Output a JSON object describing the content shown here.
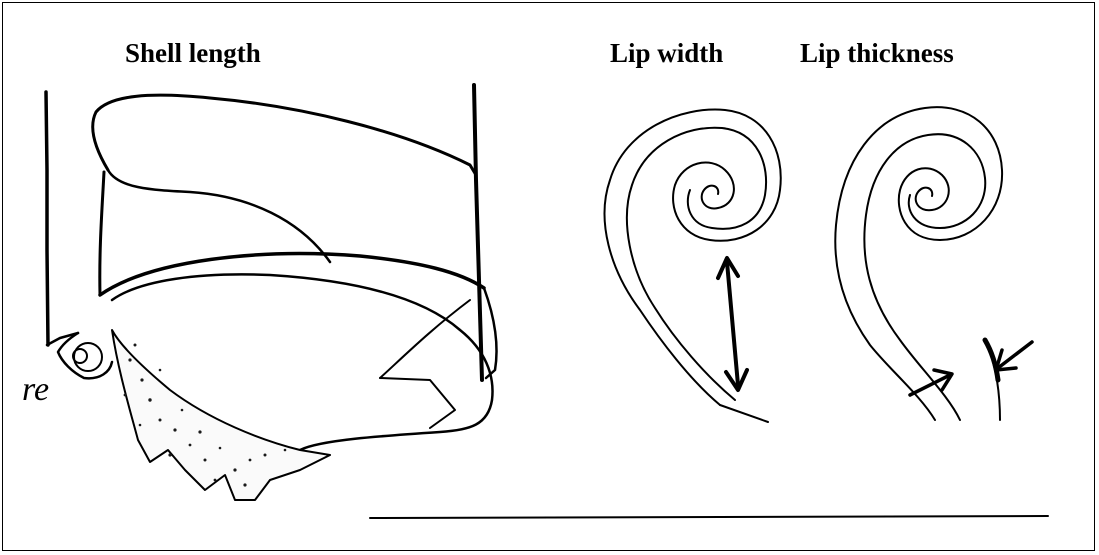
{
  "labels": {
    "shell_length": "Shell length",
    "lip_width": "Lip width",
    "lip_thickness": "Lip thickness"
  },
  "partial_text": "re",
  "colors": {
    "ink": "#000000",
    "paper": "#ffffff",
    "stipple": "#1a1a1a"
  }
}
